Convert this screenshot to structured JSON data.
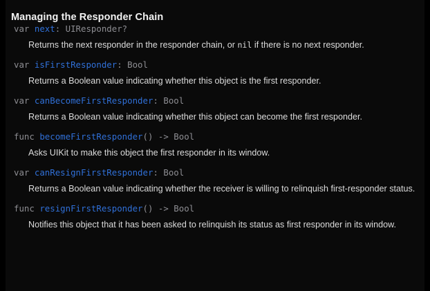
{
  "section": {
    "title": "Managing the Responder Chain",
    "background_color": "#0a0a0a",
    "title_color": "#f2f2f2",
    "identifier_color": "#3070d8",
    "keyword_color": "#8e8e93",
    "description_color": "#dcdcdc"
  },
  "entries": [
    {
      "keyword": "var",
      "name": "next",
      "type": ": UIResponder?",
      "description_pre": "Returns the next responder in the responder chain, or ",
      "description_code": "nil",
      "description_post": " if there is no next responder."
    },
    {
      "keyword": "var",
      "name": "isFirstResponder",
      "type": ": Bool",
      "description_pre": "Returns a Boolean value indicating whether this object is the first responder.",
      "description_code": "",
      "description_post": ""
    },
    {
      "keyword": "var",
      "name": "canBecomeFirstResponder",
      "type": ": Bool",
      "description_pre": "Returns a Boolean value indicating whether this object can become the first responder.",
      "description_code": "",
      "description_post": ""
    },
    {
      "keyword": "func",
      "name": "becomeFirstResponder",
      "type": "() -> Bool",
      "description_pre": "Asks UIKit to make this object the first responder in its window.",
      "description_code": "",
      "description_post": ""
    },
    {
      "keyword": "var",
      "name": "canResignFirstResponder",
      "type": ": Bool",
      "description_pre": "Returns a Boolean value indicating whether the receiver is willing to relinquish first-responder status.",
      "description_code": "",
      "description_post": ""
    },
    {
      "keyword": "func",
      "name": "resignFirstResponder",
      "type": "() -> Bool",
      "description_pre": "Notifies this object that it has been asked to relinquish its status as first responder in its window.",
      "description_code": "",
      "description_post": ""
    }
  ]
}
